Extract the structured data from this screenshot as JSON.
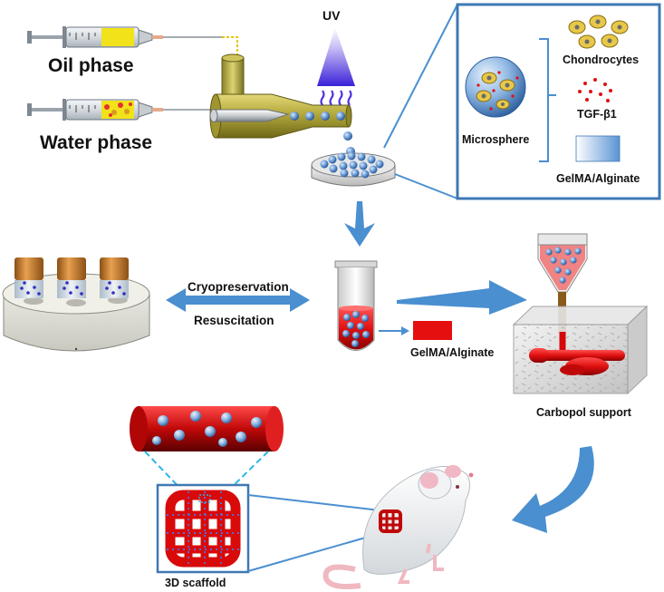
{
  "labels": {
    "oil_phase": "Oil phase",
    "water_phase": "Water phase",
    "uv": "UV",
    "microsphere": "Microsphere",
    "chondrocytes": "Chondrocytes",
    "tgf_b1": "TGF-β1",
    "gelma_alginate_legend": "GelMA/Alginate",
    "cryopreservation": "Cryopreservation",
    "resuscitation": "Resuscitation",
    "gelma_alginate_tube": "GelMA/Alginate",
    "carbopol_support": "Carbopol support",
    "scaffold_3d": "3D scaffold"
  },
  "colors": {
    "arrow_blue": "#4a8fd0",
    "frame_blue": "#3f78b4",
    "bioink_red": "#e01010",
    "microsphere_blue": "#6f9fd8",
    "cap_orange": "#d08433",
    "uv_purple": "#5a3fe0",
    "nozzle_olive": "#b4a93c"
  }
}
